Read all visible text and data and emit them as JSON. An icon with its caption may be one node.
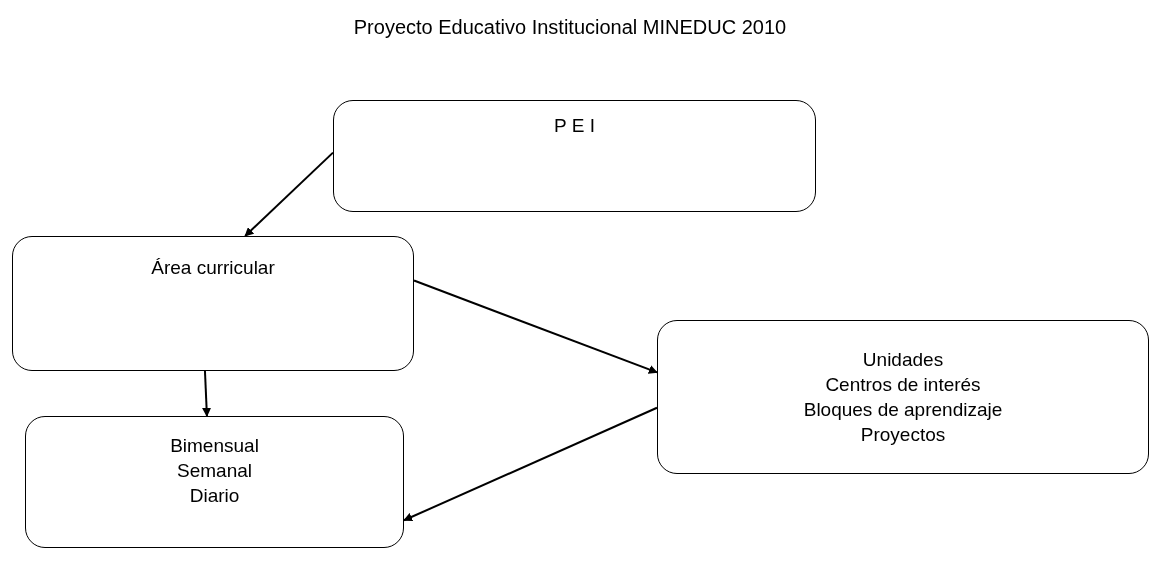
{
  "diagram": {
    "title": "Proyecto Educativo Institucional MINEDUC 2010",
    "nodes": [
      {
        "text": [
          "P E I"
        ]
      },
      {
        "text": [
          "Área curricular"
        ]
      },
      {
        "text": [
          "Unidades",
          "Centros de interés",
          "Bloques de aprendizaje",
          "Proyectos"
        ]
      },
      {
        "text": [
          "Bimensual",
          "Semanal",
          "Diario"
        ]
      }
    ],
    "edges": [
      {
        "from": 0,
        "to": 1,
        "arrow": "to"
      },
      {
        "from": 1,
        "to": 2,
        "arrow": "to"
      },
      {
        "from": 1,
        "to": 3,
        "arrow": "to"
      },
      {
        "from": 2,
        "to": 3,
        "arrow": "to"
      }
    ]
  }
}
